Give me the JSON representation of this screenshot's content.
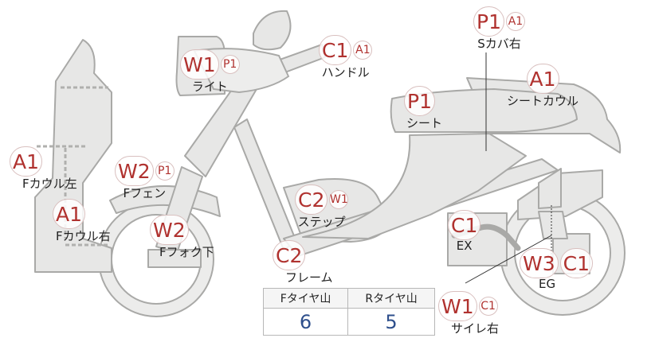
{
  "labels": {
    "s_cover_right": {
      "codes": [
        "P1",
        "A1"
      ],
      "name": "Sカバ右"
    },
    "handle": {
      "codes": [
        "C1",
        "A1"
      ],
      "name": "ハンドル"
    },
    "light": {
      "codes": [
        "W1",
        "P1"
      ],
      "name": "ライト"
    },
    "seat_cowl": {
      "codes": [
        "A1"
      ],
      "name": "シートカウル"
    },
    "seat": {
      "codes": [
        "P1"
      ],
      "name": "シート"
    },
    "f_cowl_left": {
      "codes": [
        "A1"
      ],
      "name": "Fカウル左"
    },
    "f_fender": {
      "codes": [
        "W2",
        "P1"
      ],
      "name": "Fフェン"
    },
    "step": {
      "codes": [
        "C2",
        "W1"
      ],
      "name": "ステップ"
    },
    "f_cowl_right": {
      "codes": [
        "A1"
      ],
      "name": "Fカウル右"
    },
    "f_fork_lower": {
      "codes": [
        "W2"
      ],
      "name": "Fフォク下"
    },
    "exhaust": {
      "codes": [
        "C1"
      ],
      "name": "EX"
    },
    "frame": {
      "codes": [
        "C2"
      ],
      "name": "フレーム"
    },
    "engine": {
      "codes": [
        "W3",
        "C1"
      ],
      "name": "EG"
    },
    "side_right": {
      "codes": [
        "W1",
        "C1"
      ],
      "name": "サイレ右"
    }
  },
  "tire_table": {
    "headers": [
      "Fタイヤ山",
      "Rタイヤ山"
    ],
    "values": [
      "6",
      "5"
    ]
  },
  "colors": {
    "code_red": "#b0322f",
    "tire_value_blue": "#2e4f8c",
    "part_fill": "#e7e7e6",
    "part_stroke": "#a9a9a7"
  }
}
